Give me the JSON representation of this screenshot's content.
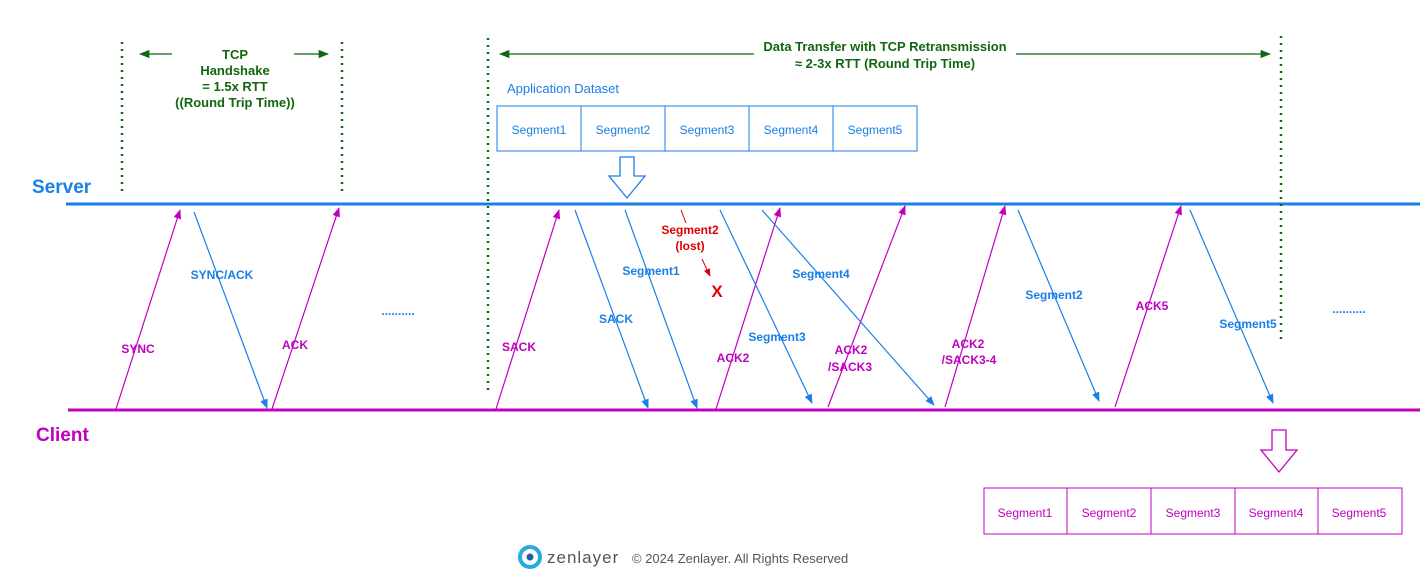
{
  "lanes": {
    "server": "Server",
    "client": "Client"
  },
  "phases": {
    "handshake": [
      "TCP",
      "Handshake",
      "= 1.5x RTT",
      "((Round Trip Time))"
    ],
    "transfer": [
      "Data Transfer with TCP Retransmission",
      "≈ 2-3x RTT (Round Trip Time)"
    ]
  },
  "dataset": {
    "title": "Application Dataset",
    "segments": [
      "Segment1",
      "Segment2",
      "Segment3",
      "Segment4",
      "Segment5"
    ]
  },
  "received": {
    "segments": [
      "Segment1",
      "Segment2",
      "Segment3",
      "Segment4",
      "Segment5"
    ]
  },
  "messages": {
    "sync": "SYNC",
    "sync_ack": "SYNC/ACK",
    "ack": "ACK",
    "sack_client": "SACK",
    "sack_server": "SACK",
    "segment1": "Segment1",
    "segment2_lost": [
      "Segment2",
      "(lost)"
    ],
    "lost_mark": "X",
    "ack2": "ACK2",
    "segment3": "Segment3",
    "ack2_sack3": [
      "ACK2",
      "/SACK3"
    ],
    "segment4": "Segment4",
    "ack2_sack34": [
      "ACK2",
      "/SACK3-4"
    ],
    "segment2_retx": "Segment2",
    "ack5": "ACK5",
    "segment5": "Segment5"
  },
  "ellipsis": "..........",
  "footer": {
    "brand": "zenlayer",
    "copyright": "© 2024 Zenlayer. All Rights Reserved"
  },
  "colors": {
    "server": "#1a7fe8",
    "client": "#c000c0",
    "phase": "#116611",
    "lost": "#e00000"
  }
}
